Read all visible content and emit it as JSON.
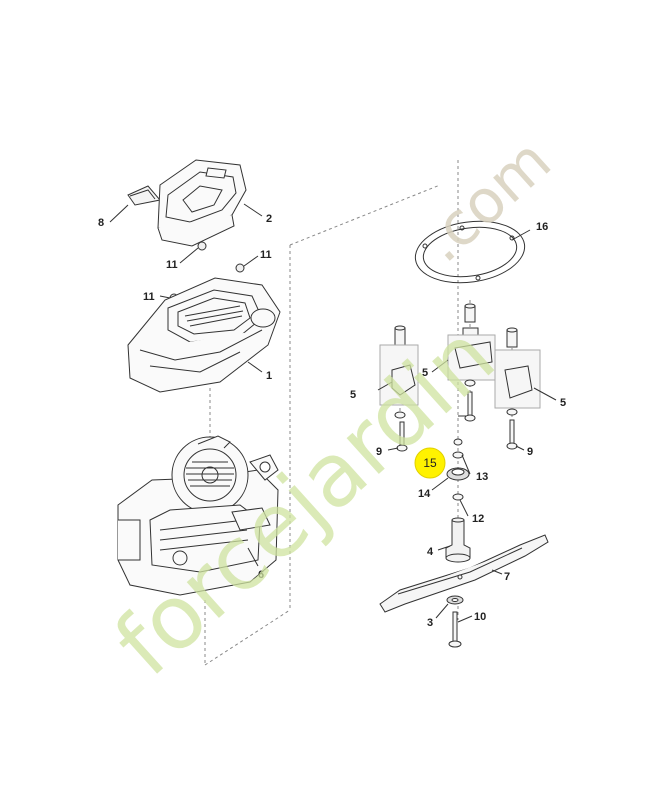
{
  "diagram": {
    "callouts": [
      {
        "id": "c1",
        "text": "1"
      },
      {
        "id": "c2",
        "text": "2"
      },
      {
        "id": "c3",
        "text": "3"
      },
      {
        "id": "c4",
        "text": "4"
      },
      {
        "id": "c5a",
        "text": "5"
      },
      {
        "id": "c5b",
        "text": "5"
      },
      {
        "id": "c5c",
        "text": "5"
      },
      {
        "id": "c6",
        "text": "6"
      },
      {
        "id": "c7",
        "text": "7"
      },
      {
        "id": "c8",
        "text": "8"
      },
      {
        "id": "c9a",
        "text": "9"
      },
      {
        "id": "c9b",
        "text": "9"
      },
      {
        "id": "c10",
        "text": "10"
      },
      {
        "id": "c11a",
        "text": "11"
      },
      {
        "id": "c11b",
        "text": "11"
      },
      {
        "id": "c11c",
        "text": "11"
      },
      {
        "id": "c12",
        "text": "12"
      },
      {
        "id": "c13",
        "text": "13"
      },
      {
        "id": "c14",
        "text": "14"
      },
      {
        "id": "c15",
        "text": "15"
      },
      {
        "id": "c16",
        "text": "16"
      }
    ],
    "highlight": {
      "text": "15",
      "color": "#fff200"
    }
  },
  "watermark": {
    "text": "forcejardin",
    "suffix": ".com",
    "color": "#cfe3a0",
    "accent_color": "#f4c58a"
  }
}
